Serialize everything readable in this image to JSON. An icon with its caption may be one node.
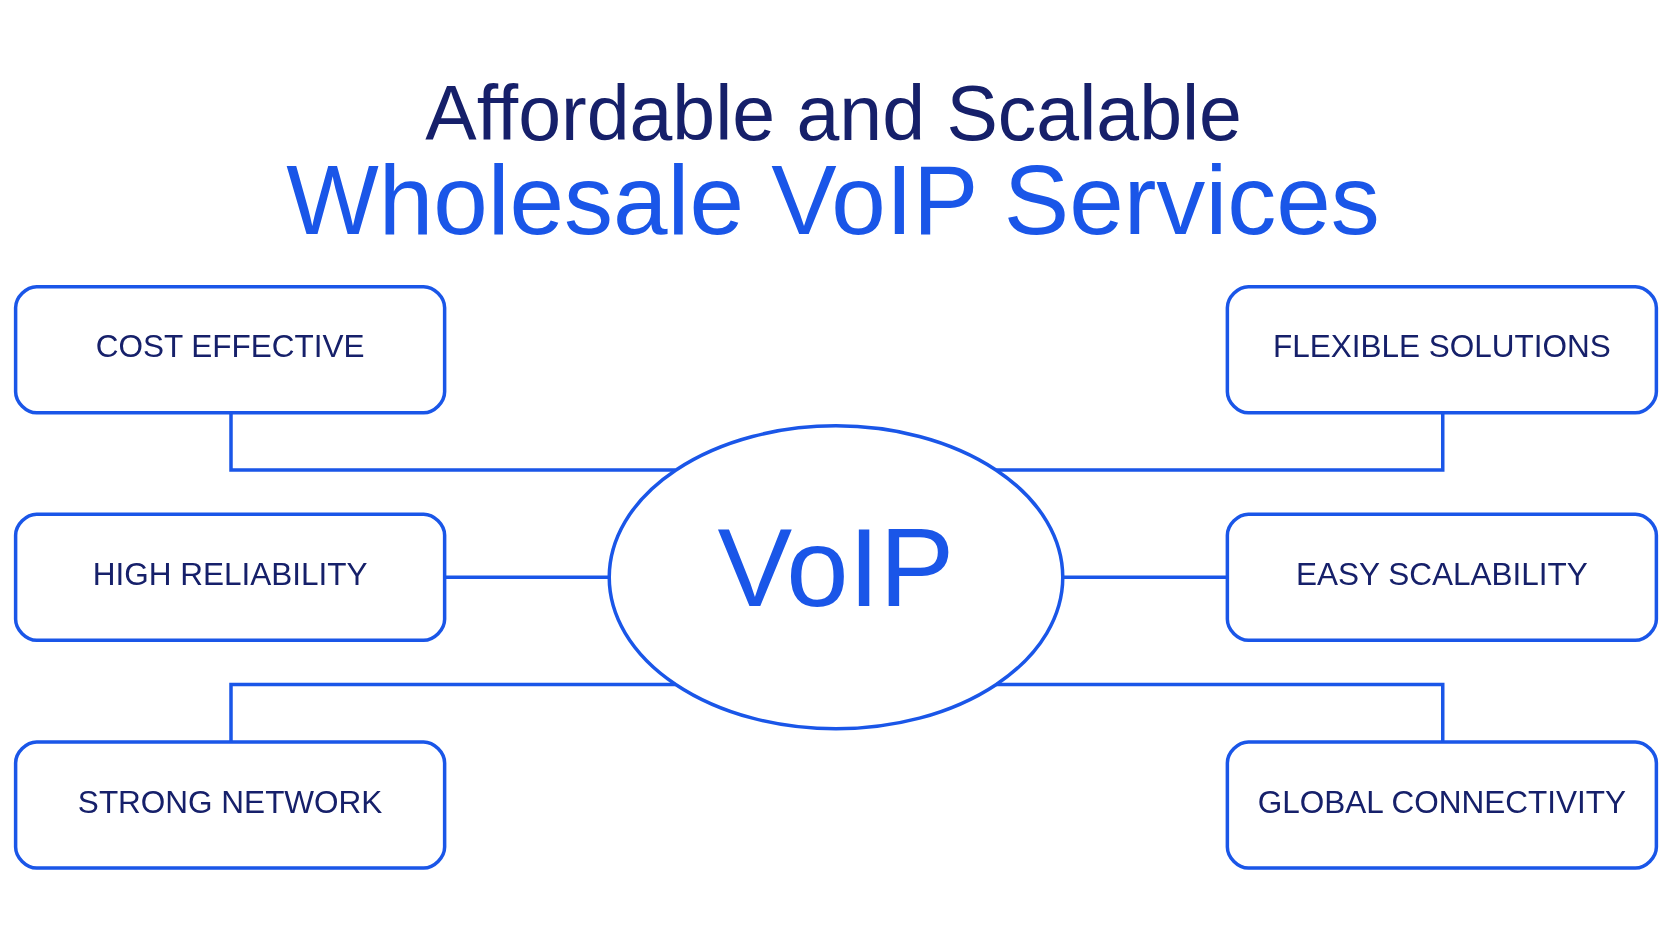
{
  "diagram": {
    "title": "Affordable and Scalable Wholesale VoIP Services",
    "nodes": [
      {
        "text": [
          "COST EFFECTIVE"
        ]
      },
      {
        "text": [
          "FLEXIBLE SOLUTIONS"
        ]
      },
      {
        "text": [
          "HIGH RELIABILITY"
        ]
      },
      {
        "text": [
          "VoIP"
        ]
      },
      {
        "text": [
          "EASY SCALABILITY"
        ]
      },
      {
        "text": [
          "STRONG NETWORK"
        ]
      },
      {
        "text": [
          "GLOBAL CONNECTIVITY"
        ]
      }
    ],
    "edges": [
      {
        "from": 0,
        "to": 3,
        "arrow": "none"
      },
      {
        "from": 3,
        "to": 1,
        "arrow": "none"
      },
      {
        "from": 2,
        "to": 3,
        "arrow": "none"
      },
      {
        "from": 3,
        "to": 4,
        "arrow": "none"
      },
      {
        "from": 5,
        "to": 3,
        "arrow": "none"
      },
      {
        "from": 3,
        "to": 6,
        "arrow": "none"
      }
    ]
  }
}
